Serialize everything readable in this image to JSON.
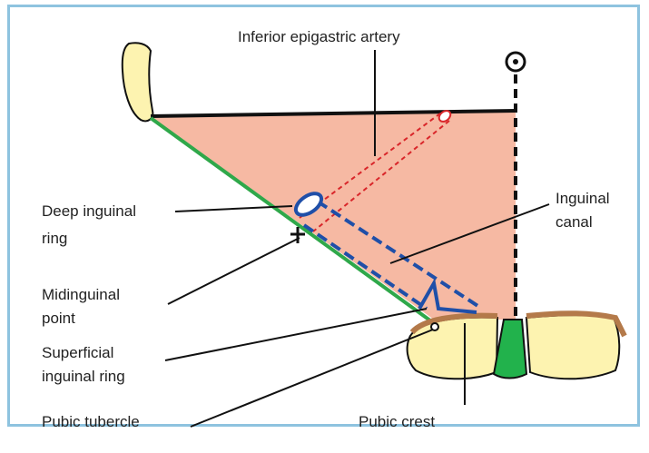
{
  "labels": {
    "inferior_epigastric_artery": "Inferior epigastric artery",
    "deep_ring_line1": "Deep inguinal",
    "deep_ring_line2": "ring",
    "inguinal_canal_line1": "Inguinal",
    "inguinal_canal_line2": "canal",
    "midinguinal_line1": "Midinguinal",
    "midinguinal_line2": "point",
    "superficial_ring_line1": "Superficial",
    "superficial_ring_line2": "inguinal ring",
    "pubic_tubercle": "Pubic tubercle",
    "pubic_crest": "Pubic crest"
  },
  "colors": {
    "frame": "#8ec3df",
    "canal_fill": "#f6b9a3",
    "inguinal_ligament": "#2fa84a",
    "bone": "#fdf3b0",
    "bone_edge": "#b47a4a",
    "symphysis": "#22b24c",
    "ring": "#1f4fa8",
    "artery": "#d9262a",
    "line": "#111111"
  }
}
